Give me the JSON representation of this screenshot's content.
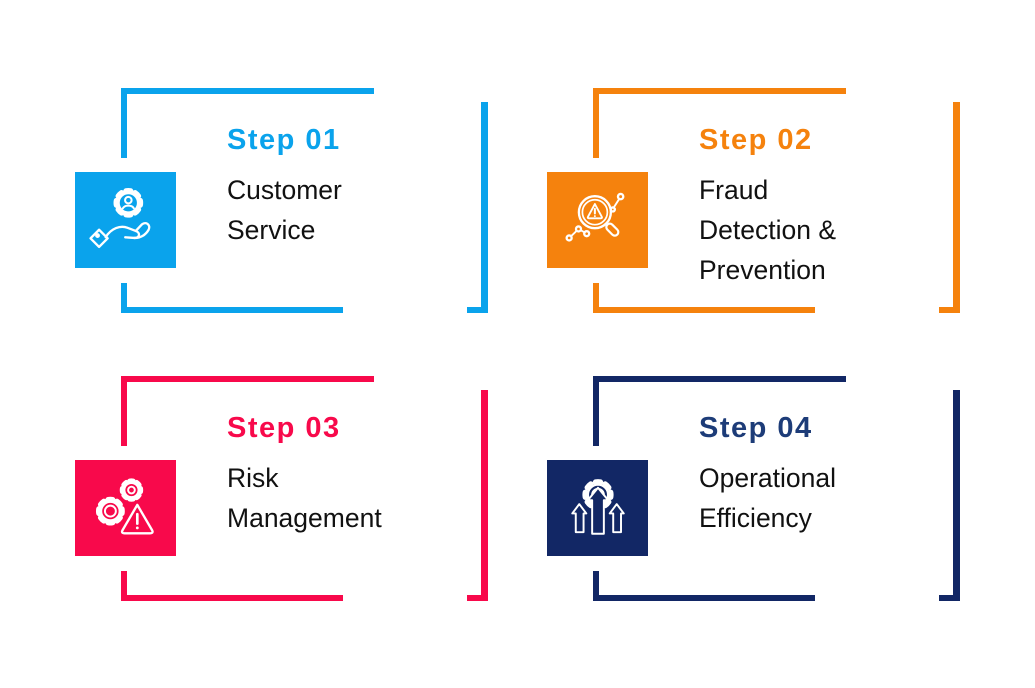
{
  "infographic": {
    "background_color": "#ffffff",
    "body_text_color": "#111111",
    "steps": [
      {
        "label": "Step 01",
        "title": "Customer Service",
        "accent_color": "#0aa3ec",
        "box_color": "#0aa3ec",
        "frame_color": "#0aa3ec",
        "icon": "hand-holding-customer-gear-icon"
      },
      {
        "label": "Step 02",
        "title": "Fraud Detection & Prevention",
        "accent_color": "#f5820d",
        "box_color": "#f5820d",
        "frame_color": "#f5820d",
        "icon": "magnifier-warning-network-icon"
      },
      {
        "label": "Step 03",
        "title": "Risk Management",
        "accent_color": "#f8094b",
        "box_color": "#f8094b",
        "frame_color": "#f8094b",
        "icon": "gears-warning-triangle-icon"
      },
      {
        "label": "Step 04",
        "title": "Operational Efficiency",
        "accent_color": "#1d3c78",
        "box_color": "#122765",
        "frame_color": "#122765",
        "icon": "gear-up-arrows-icon"
      }
    ]
  }
}
